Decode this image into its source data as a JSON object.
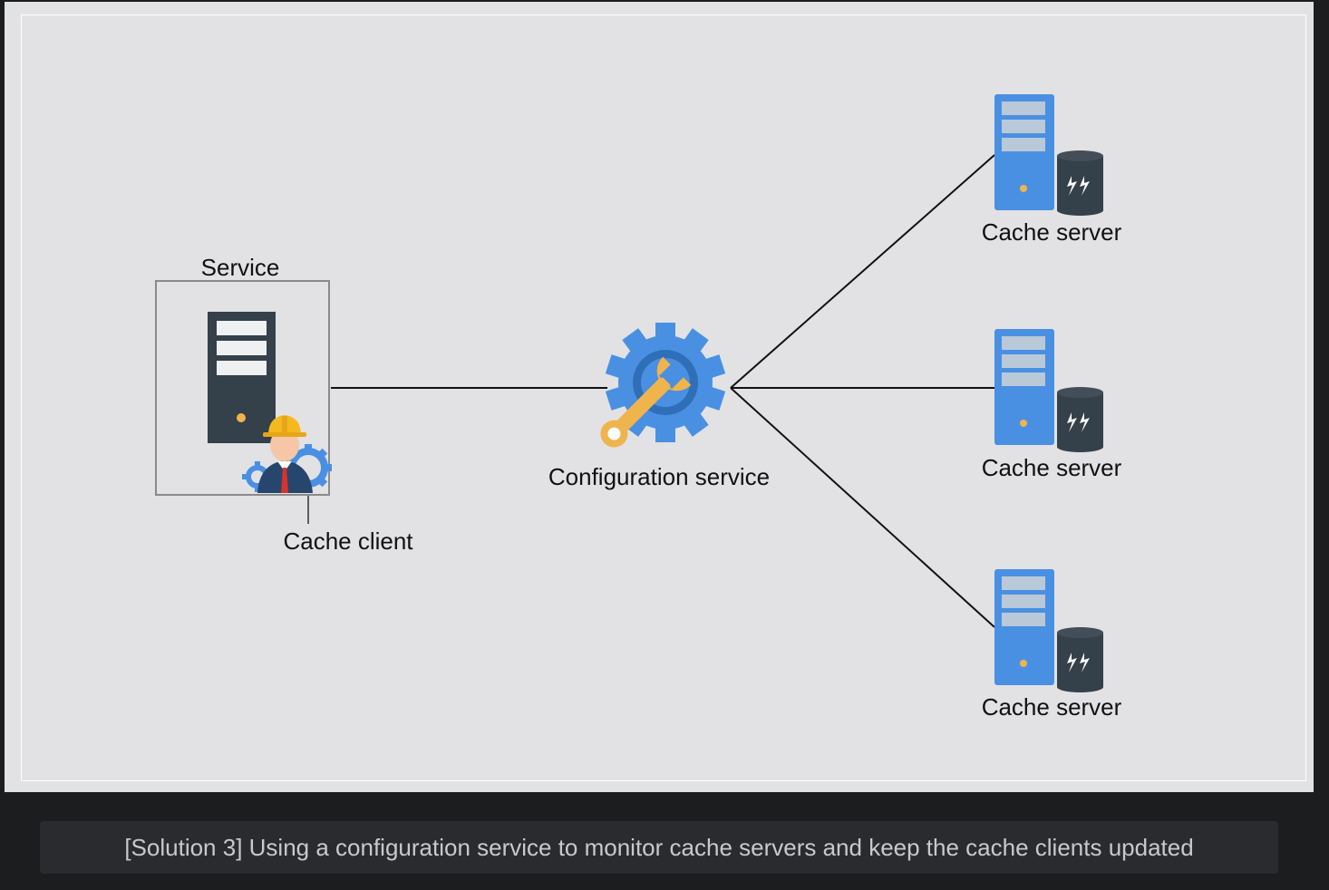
{
  "diagram": {
    "service_label": "Service",
    "cache_client_label": "Cache client",
    "config_service_label": "Configuration service",
    "cache_servers": [
      {
        "label": "Cache server"
      },
      {
        "label": "Cache server"
      },
      {
        "label": "Cache server"
      }
    ]
  },
  "caption": "[Solution 3] Using a configuration service to monitor cache servers and keep the cache clients updated",
  "colors": {
    "page_background": "#1c1d1f",
    "canvas_background": "#e2e2e4",
    "server_dark": "#34404a",
    "server_blue": "#4a90e2",
    "server_slot_blue": "#b9c9d8",
    "gear_blue": "#4a90e2",
    "wrench_orange": "#f0b44c",
    "helmet_yellow": "#f5b920",
    "jacket_navy": "#27466e",
    "tie_red": "#d8322c"
  }
}
